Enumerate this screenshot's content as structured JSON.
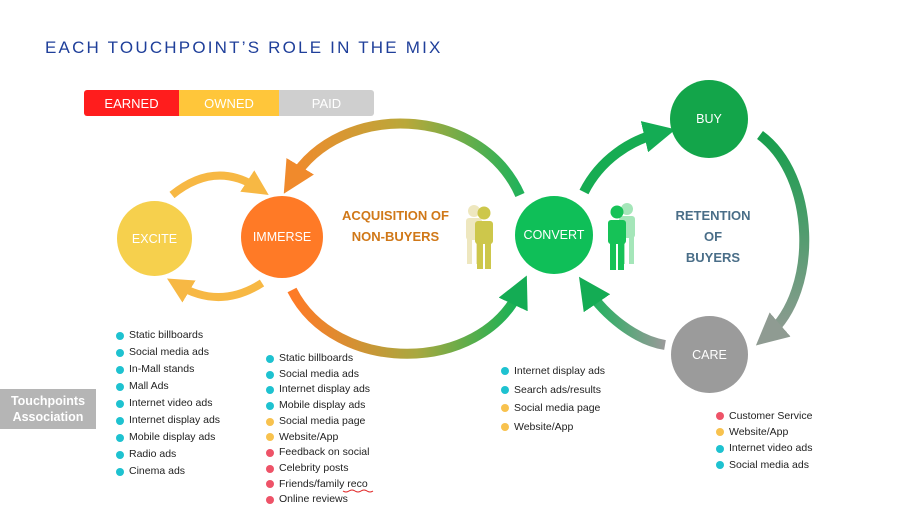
{
  "title": "EACH TOUCHPOINT’S ROLE IN THE MIX",
  "legend": [
    {
      "label": "EARNED",
      "color": "#ff1d1d"
    },
    {
      "label": "OWNED",
      "color": "#ffc63a"
    },
    {
      "label": "PAID",
      "color": "#cfcfcf"
    }
  ],
  "stages": {
    "excite": {
      "label": "EXCITE",
      "color": "#f6d04d"
    },
    "immerse": {
      "label": "IMMERSE",
      "color": "#ff7a26"
    },
    "convert": {
      "label": "CONVERT",
      "color": "#0fbf58"
    },
    "buy": {
      "label": "BUY",
      "color": "#13a54a"
    },
    "care": {
      "label": "CARE",
      "color": "#9b9b9b"
    }
  },
  "phases": {
    "acquisition": {
      "line1": "ACQUISITION OF",
      "line2": "NON-BUYERS"
    },
    "retention": {
      "line1": "RETENTION OF",
      "line2": "BUYERS"
    }
  },
  "touchpoints_label": {
    "line1": "Touchpoints",
    "line2": "Association"
  },
  "lists": {
    "excite": [
      {
        "text": "Static billboards",
        "type": "paid"
      },
      {
        "text": "Social media ads",
        "type": "paid"
      },
      {
        "text": "In-Mall stands",
        "type": "paid"
      },
      {
        "text": "Mall Ads",
        "type": "paid"
      },
      {
        "text": "Internet video ads",
        "type": "paid"
      },
      {
        "text": "Internet display ads",
        "type": "paid"
      },
      {
        "text": "Mobile display ads",
        "type": "paid"
      },
      {
        "text": "Radio ads",
        "type": "paid"
      },
      {
        "text": "Cinema ads",
        "type": "paid"
      }
    ],
    "immerse": [
      {
        "text": "Static billboards",
        "type": "paid"
      },
      {
        "text": "Social media ads",
        "type": "paid"
      },
      {
        "text": "Internet display ads",
        "type": "paid"
      },
      {
        "text": "Mobile display ads",
        "type": "paid"
      },
      {
        "text": "Social media page",
        "type": "owned"
      },
      {
        "text": "Website/App",
        "type": "owned"
      },
      {
        "text": "Feedback on social",
        "type": "earned"
      },
      {
        "text": "Celebrity posts",
        "type": "earned"
      },
      {
        "text": "Friends/family reco",
        "type": "earned"
      },
      {
        "text": "Online reviews",
        "type": "earned"
      }
    ],
    "convert": [
      {
        "text": "Internet display ads",
        "type": "paid"
      },
      {
        "text": "Search ads/results",
        "type": "paid"
      },
      {
        "text": "Social media page",
        "type": "owned"
      },
      {
        "text": "Website/App",
        "type": "owned"
      }
    ],
    "care": [
      {
        "text": "Customer Service",
        "type": "earned"
      },
      {
        "text": "Website/App",
        "type": "owned"
      },
      {
        "text": "Internet video ads",
        "type": "paid"
      },
      {
        "text": "Social media ads",
        "type": "paid"
      }
    ]
  },
  "dot_colors": {
    "paid": "#1ec2d0",
    "owned": "#f8c24e",
    "earned": "#ee5368"
  },
  "icons": [
    "people-icon-yellow",
    "people-icon-green"
  ]
}
